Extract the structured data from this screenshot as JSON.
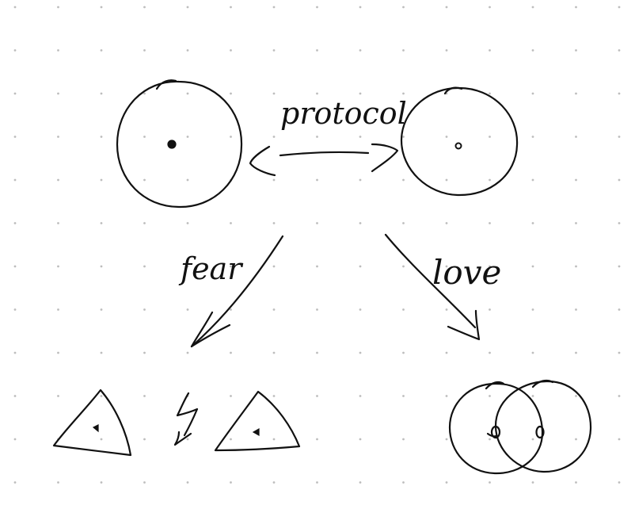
{
  "labels": {
    "protocol": "protocol",
    "fear": "fear",
    "love": "love"
  },
  "colors": {
    "ink": "#111111",
    "background": "#ffffff",
    "grid_dots": "#bdbdbd"
  },
  "icons": {
    "lightning": "lightning-bolt-icon"
  }
}
